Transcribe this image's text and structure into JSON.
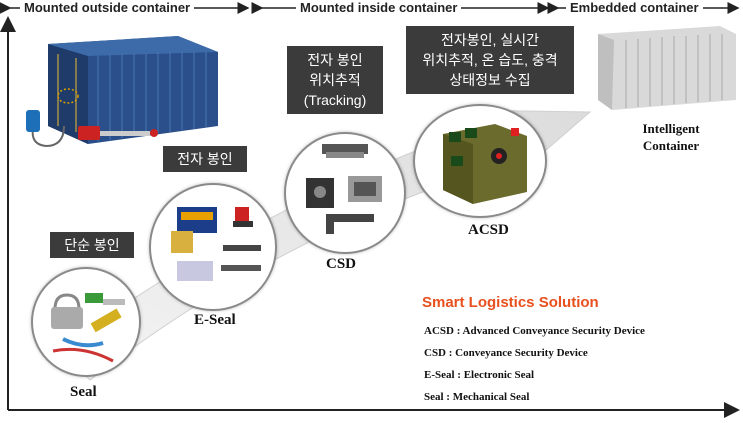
{
  "phases": [
    {
      "label": "Mounted outside container"
    },
    {
      "label": "Mounted inside container"
    },
    {
      "label": "Embedded container"
    }
  ],
  "stages": {
    "seal": {
      "name": "Seal",
      "badge": "단순 봉인"
    },
    "eseal": {
      "name": "E-Seal",
      "badge": "전자 봉인"
    },
    "csd": {
      "name": "CSD",
      "badge_lines": [
        "전자 봉인",
        "위치추적",
        "(Tracking)"
      ]
    },
    "acsd": {
      "name": "ACSD",
      "badge_lines": [
        "전자봉인, 실시간",
        "위치추적, 온 습도, 충격",
        "상태정보 수집"
      ]
    },
    "intelligent": {
      "name_lines": [
        "Intelligent",
        "Container"
      ]
    }
  },
  "legend": {
    "title": "Smart Logistics Solution",
    "title_color": "#e8501e",
    "items": [
      "ACSD : Advanced Conveyance Security Device",
      "CSD : Conveyance Security Device",
      "E-Seal : Electronic Seal",
      "Seal : Mechanical Seal"
    ]
  },
  "colors": {
    "container_blue": "#2a4f8a",
    "badge_bg": "#3b3b3b",
    "acsd_box": "#6b6b2e"
  }
}
